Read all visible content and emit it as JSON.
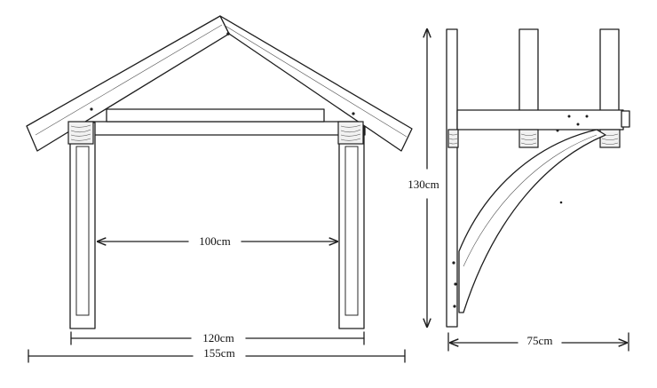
{
  "dimensions": {
    "inner_span": "100cm",
    "post_span": "120cm",
    "overall_width": "155cm",
    "height": "130cm",
    "depth": "75cm"
  }
}
